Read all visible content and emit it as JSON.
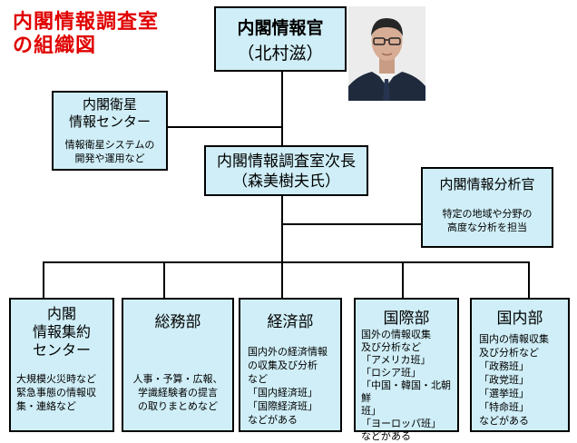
{
  "title": {
    "line1": "内閣情報調査室",
    "line2": "の組織図"
  },
  "director": {
    "title": "内閣情報官",
    "name": "（北村滋）"
  },
  "satellite": {
    "title1": "内閣衛星",
    "title2": "情報センター",
    "desc1": "情報衛星システムの",
    "desc2": "開発や運用など"
  },
  "deputy": {
    "title": "内閣情報調査室次長",
    "name": "（森美樹夫氏）"
  },
  "analyst": {
    "title": "内閣情報分析官",
    "desc1": "特定の地域や分野の",
    "desc2": "高度な分析を担当"
  },
  "departments": [
    {
      "title": [
        "内閣",
        "情報集約",
        "センター"
      ],
      "desc": [
        "大規模火災時など",
        "緊急事態の情報収",
        "集・連絡など"
      ]
    },
    {
      "title": [
        "総務部"
      ],
      "desc": [
        "人事・予算・広報、",
        "学識経験者の提言",
        "の取りまとめなど"
      ]
    },
    {
      "title": [
        "経済部"
      ],
      "desc": [
        "国内外の経済情報",
        "の収集及び分析",
        "など",
        "「国内経済班」",
        "「国際経済班」",
        "などがある"
      ]
    },
    {
      "title": [
        "国際部"
      ],
      "desc": [
        "国外の情報収集",
        "及び分析など",
        "「アメリカ班」",
        "「ロシア班」",
        "「中国・韓国・北朝鮮",
        "班」",
        "「ヨーロッパ班」",
        "などがある"
      ]
    },
    {
      "title": [
        "国内部"
      ],
      "desc": [
        "国内の情報収集",
        "及び分析など",
        "「政務班」",
        "「政党班」",
        "「選挙班」",
        "「特命班」",
        "などがある"
      ]
    }
  ]
}
